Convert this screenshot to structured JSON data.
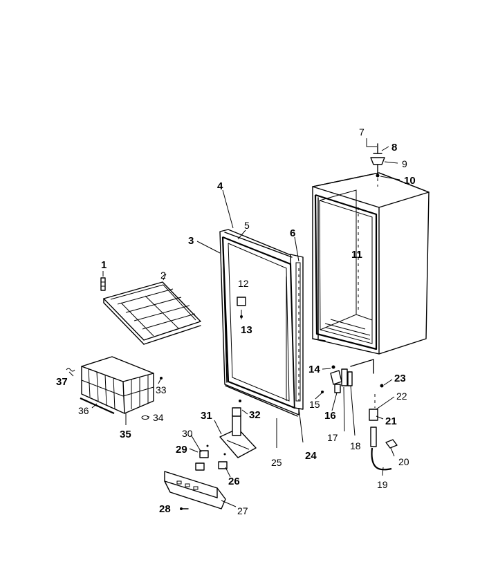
{
  "callouts": [
    {
      "id": "1",
      "text": "1",
      "bold": true
    },
    {
      "id": "2",
      "text": "2",
      "bold": false
    },
    {
      "id": "3",
      "text": "3",
      "bold": true
    },
    {
      "id": "4",
      "text": "4",
      "bold": true
    },
    {
      "id": "5",
      "text": "5",
      "bold": false
    },
    {
      "id": "6",
      "text": "6",
      "bold": true
    },
    {
      "id": "7",
      "text": "7",
      "bold": false
    },
    {
      "id": "8",
      "text": "8",
      "bold": true
    },
    {
      "id": "9",
      "text": "9",
      "bold": false
    },
    {
      "id": "10",
      "text": "10",
      "bold": true
    },
    {
      "id": "11",
      "text": "11",
      "bold": true
    },
    {
      "id": "12",
      "text": "12",
      "bold": false
    },
    {
      "id": "13",
      "text": "13",
      "bold": true
    },
    {
      "id": "14",
      "text": "14",
      "bold": true
    },
    {
      "id": "15",
      "text": "15",
      "bold": false
    },
    {
      "id": "16",
      "text": "16",
      "bold": true
    },
    {
      "id": "17",
      "text": "17",
      "bold": false
    },
    {
      "id": "18",
      "text": "18",
      "bold": false
    },
    {
      "id": "19",
      "text": "19",
      "bold": false
    },
    {
      "id": "20",
      "text": "20",
      "bold": false
    },
    {
      "id": "21",
      "text": "21",
      "bold": true
    },
    {
      "id": "22",
      "text": "22",
      "bold": false
    },
    {
      "id": "23",
      "text": "23",
      "bold": true
    },
    {
      "id": "24",
      "text": "24",
      "bold": true
    },
    {
      "id": "25",
      "text": "25",
      "bold": false
    },
    {
      "id": "26",
      "text": "26",
      "bold": true
    },
    {
      "id": "27",
      "text": "27",
      "bold": false
    },
    {
      "id": "28",
      "text": "28",
      "bold": true
    },
    {
      "id": "29",
      "text": "29",
      "bold": true
    },
    {
      "id": "30",
      "text": "30",
      "bold": false
    },
    {
      "id": "31",
      "text": "31",
      "bold": true
    },
    {
      "id": "32",
      "text": "32",
      "bold": true
    },
    {
      "id": "33",
      "text": "33",
      "bold": false
    },
    {
      "id": "34",
      "text": "34",
      "bold": false
    },
    {
      "id": "35",
      "text": "35",
      "bold": true
    },
    {
      "id": "36",
      "text": "36",
      "bold": false
    },
    {
      "id": "37",
      "text": "37",
      "bold": true
    }
  ]
}
